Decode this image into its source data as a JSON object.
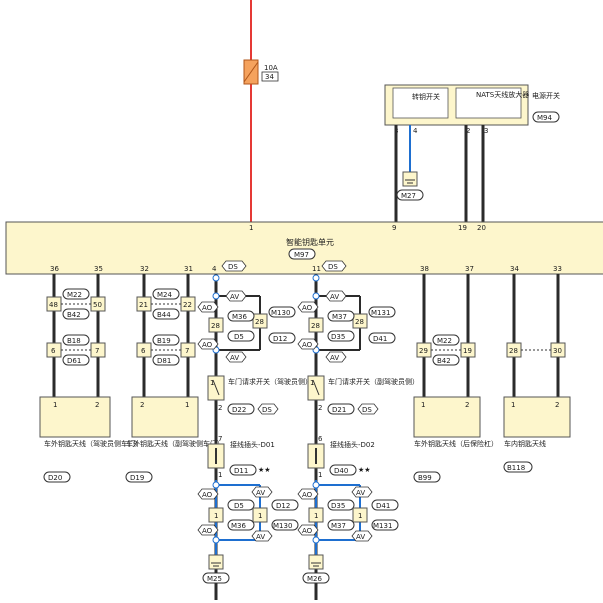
{
  "fuse": {
    "rating": "10A",
    "number": "34"
  },
  "switch_box": {
    "items": [
      "转钥开关",
      "NATS天线放大器"
    ],
    "label": "电源开关",
    "connector": "M94",
    "pins": [
      "8",
      "4",
      "2",
      "3"
    ]
  },
  "ground_top": {
    "connector": "M27"
  },
  "ecu": {
    "label": "智能钥匙单元",
    "connector": "M97",
    "top_pins": [
      "1",
      "9",
      "19",
      "20"
    ],
    "bottom_pins": [
      "36",
      "35",
      "32",
      "31",
      "38",
      "37",
      "34",
      "33"
    ],
    "ds_left_pin": "4",
    "ds_right_pin": "11",
    "ds_text": "DS"
  },
  "joints": {
    "left_pair": {
      "m_conn": "M22",
      "m_pins": [
        "48",
        "50"
      ],
      "b_conn": "B42",
      "b_pins_top": [
        "48",
        "50"
      ],
      "b18": "B18",
      "d61": "D61",
      "pins_bot": [
        "6",
        "7"
      ]
    },
    "mid_pair": {
      "m_conn": "M24",
      "m_pins": [
        "21",
        "22"
      ],
      "b_conn": "B44",
      "b19": "B19",
      "d81": "D81",
      "pins_bot": [
        "6",
        "7"
      ]
    },
    "right_pair": {
      "m_conn": "M22",
      "b_conn": "B42",
      "pins": [
        "29",
        "19"
      ]
    },
    "far_right": {
      "pins": [
        "28",
        "30"
      ]
    }
  },
  "antennas": [
    {
      "label": "车外钥匙天线（驾驶员侧车门）",
      "connector": "D20",
      "pins": [
        "1",
        "2"
      ]
    },
    {
      "label": "车外钥匙天线（副驾驶侧车门）",
      "connector": "D19",
      "pins": [
        "2",
        "1"
      ]
    },
    {
      "label": "车外钥匙天线（后保险杠）",
      "connector": "B99",
      "pins": [
        "1",
        "2"
      ]
    },
    {
      "label": "车内钥匙天线",
      "connector": "B118",
      "pins": [
        "1",
        "2"
      ]
    }
  ],
  "door_switches": [
    {
      "label": "车门请求开关（驾驶员侧）",
      "connector": "D22",
      "ds": "DS",
      "pins": [
        "1",
        "2"
      ],
      "av": "AV",
      "ao": "AO",
      "m_conn": "M36",
      "m130": "M130",
      "d5": "D5",
      "d12": "D12",
      "pin28": "28"
    },
    {
      "label": "车门请求开关（副驾驶员侧）",
      "connector": "D21",
      "ds": "DS",
      "pins": [
        "1",
        "2"
      ],
      "av": "AV",
      "ao": "AO",
      "m_conn": "M37",
      "m131": "M131",
      "d35": "D35",
      "d41": "D41",
      "pin28": "28"
    }
  ],
  "jumpers": [
    {
      "label": "接线插头-D01",
      "connector": "D11",
      "stars": "★★",
      "pin_top": "7",
      "pin_bot": "1"
    },
    {
      "label": "接线插头-D02",
      "connector": "D40",
      "stars": "★★",
      "pin_top": "6",
      "pin_bot": "1"
    }
  ],
  "lower_joints": [
    {
      "ao": "AO",
      "av": "AV",
      "d": "D5",
      "d2": "D12",
      "m": "M36",
      "m2": "M130",
      "pin": "1",
      "ground": "M25"
    },
    {
      "ao": "AO",
      "av": "AV",
      "d": "D35",
      "d2": "D41",
      "m": "M37",
      "m2": "M131",
      "pin": "1",
      "ground": "M26"
    }
  ],
  "colors": {
    "power": "#e53935",
    "signal": "#1565c0",
    "wire": "#2b2b2b",
    "box": "#fdf6cc",
    "border": "#555555"
  }
}
